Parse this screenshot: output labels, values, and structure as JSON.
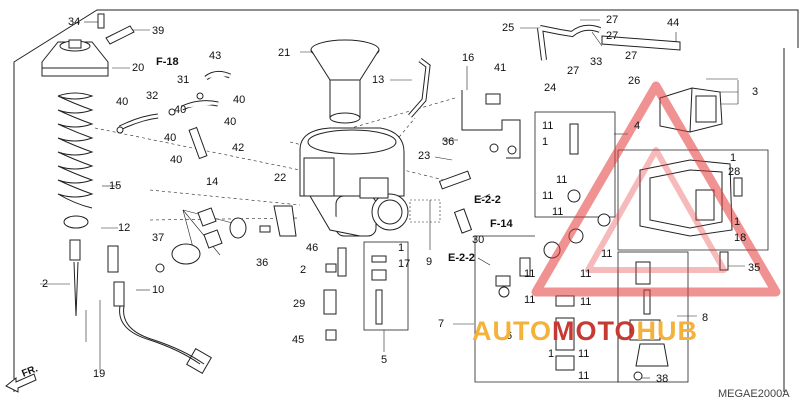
{
  "diagram_code": "MEGAE2000A",
  "front_marker": "FR.",
  "watermark": {
    "text_a": "AUTO",
    "text_b": "MOTO",
    "text_c": "HUB",
    "color_a": "#f4b23a",
    "color_b": "#c63a34"
  },
  "refs": {
    "f18": "F-18",
    "f14": "F-14",
    "e22a": "E-2-2",
    "e22b": "E-2-2"
  },
  "labels": {
    "n34": "34",
    "n39": "39",
    "n20": "20",
    "n43": "43",
    "n21": "21",
    "n31": "31",
    "n32": "32",
    "n40a": "40",
    "n40b": "40",
    "n40c": "40",
    "n40d": "40",
    "n40e": "40",
    "n42": "42",
    "n13": "13",
    "n16": "16",
    "n41": "41",
    "n25": "25",
    "n27a": "27",
    "n27b": "27",
    "n27c": "27",
    "n33": "33",
    "n44": "44",
    "n24": "24",
    "n26": "26",
    "n3": "3",
    "n15": "15",
    "n14": "14",
    "n22": "22",
    "n12": "12",
    "n37": "37",
    "n36a": "36",
    "n36b": "36",
    "n2a": "2",
    "n2b": "2",
    "n10": "10",
    "n23": "23",
    "n46": "46",
    "n1a": "1",
    "n1b": "1",
    "n1c": "1",
    "n17": "17",
    "n29": "29",
    "n45": "45",
    "n5": "5",
    "n9": "9",
    "n30": "30",
    "n19": "19",
    "n7": "7",
    "n4": "4",
    "n28": "28",
    "n18": "18",
    "n35": "35",
    "n8": "8",
    "n6": "6",
    "n38": "38",
    "n11a": "11",
    "n11b": "11",
    "n11c": "11",
    "n11d": "11",
    "n11e": "11",
    "n11f": "11",
    "n11g": "11",
    "n11h": "11",
    "n11i": "11",
    "n11j": "11",
    "n11k": "11",
    "n11l": "11"
  }
}
